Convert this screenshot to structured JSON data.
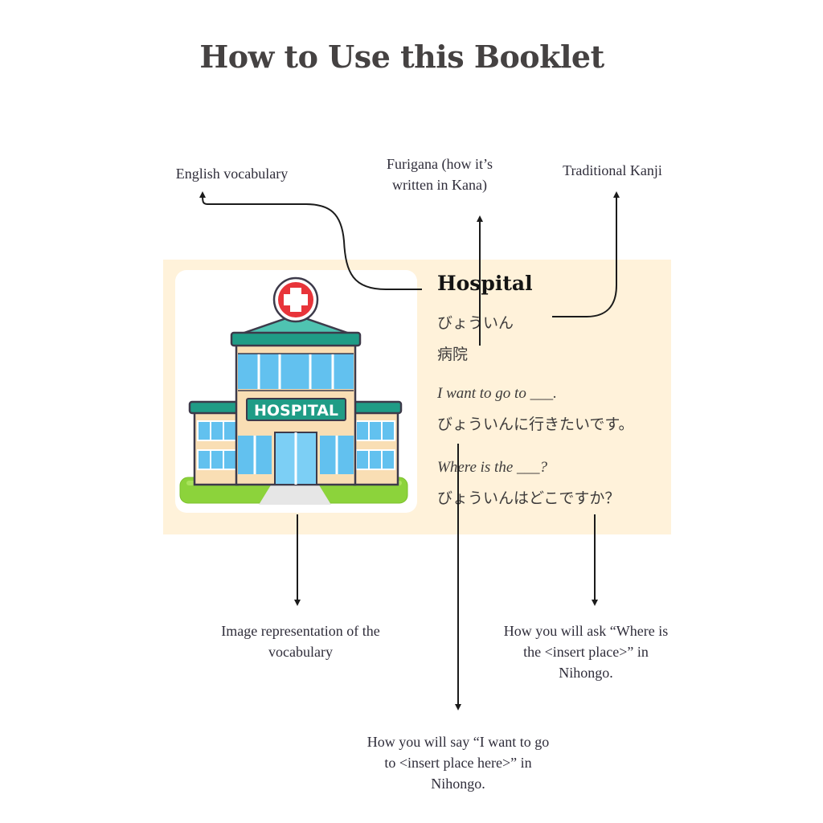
{
  "page": {
    "title": "How to Use this Booklet"
  },
  "labels": {
    "english_vocabulary": "English vocabulary",
    "furigana_line1": "Furigana (how it’s",
    "furigana_line2": "written in Kana)",
    "traditional_kanji": "Traditional Kanji",
    "image_rep_line1": "Image representation of the",
    "image_rep_line2": "vocabulary",
    "where_is_line1": "How you will ask “Where is",
    "where_is_line2": "the <insert place>” in",
    "where_is_line3": "Nihongo.",
    "want_to_go_line1": "How you will say “I want to go",
    "want_to_go_line2": "to <insert place here>” in",
    "want_to_go_line3": "Nihongo."
  },
  "card": {
    "word": "Hospital",
    "furigana": "びょういん",
    "kanji": "病院",
    "phrase1_en": "I want to go to ___.",
    "phrase1_jp": "びょういんに行きたいです。",
    "phrase2_en": "Where is the ___?",
    "phrase2_jp": "びょういんはどこですか？",
    "image": {
      "icon": "hospital-building-icon",
      "sign_text": "HOSPITAL"
    }
  },
  "colors": {
    "card_background": "#fff2da",
    "roof_teal": "#2a9d8f",
    "window_blue": "#6cc6f0",
    "cross_red": "#e8343a",
    "grass_green": "#8cd33b"
  }
}
